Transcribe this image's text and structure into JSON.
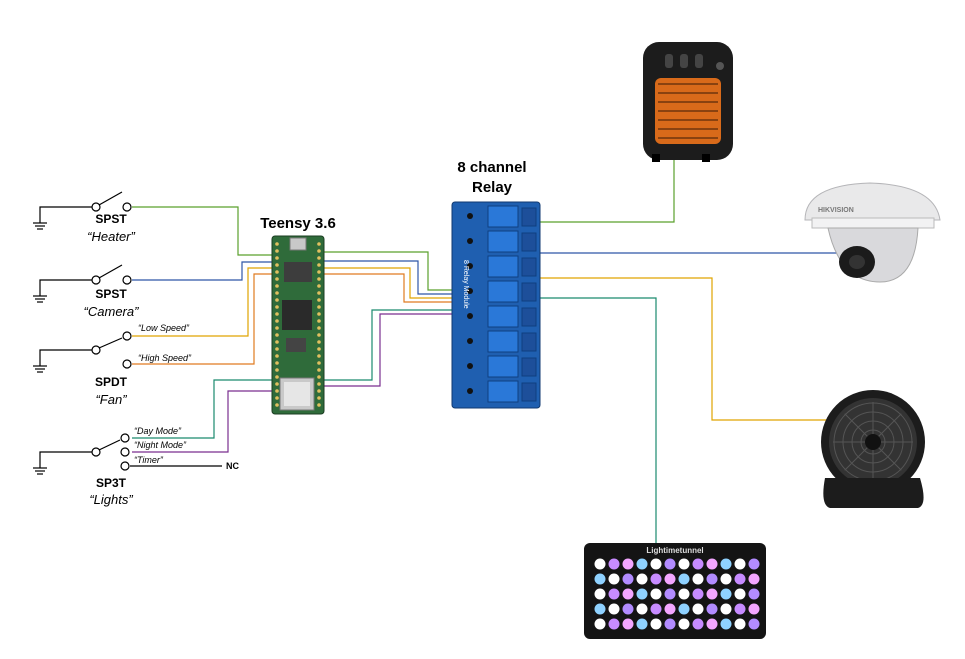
{
  "colors": {
    "heater": "#5aa02c",
    "camera": "#2f56a8",
    "fan_low": "#e0a400",
    "fan_high": "#e07b20",
    "lights_day": "#1a8a6e",
    "lights_night": "#7a2f8f",
    "relay_board": "#1f5fb0",
    "teensy_board": "#2f6b3a"
  },
  "components": {
    "teensy": {
      "title": "Teensy 3.6"
    },
    "relay": {
      "title_line1": "8 channel",
      "title_line2": "Relay",
      "board_text": "8 Relay Module"
    },
    "light_panel": {
      "brand": "Lightimetunnel"
    },
    "camera": {
      "brand": "HIKVISION"
    }
  },
  "switches": {
    "heater": {
      "type": "SPST",
      "label": "“Heater”"
    },
    "camera": {
      "type": "SPST",
      "label": "“Camera”"
    },
    "fan": {
      "type": "SPDT",
      "label": "“Fan”",
      "pos1": "“Low Speed”",
      "pos2": "“High Speed”"
    },
    "lights": {
      "type": "SP3T",
      "label": "“Lights”",
      "pos1": "“Day Mode”",
      "pos2": "“Night Mode”",
      "pos3": "“Timer”",
      "nc": "NC"
    }
  },
  "devices": [
    {
      "name": "heater",
      "icon": "heater-icon"
    },
    {
      "name": "camera",
      "icon": "dome-camera-icon"
    },
    {
      "name": "fan",
      "icon": "fan-icon"
    },
    {
      "name": "lights",
      "icon": "led-panel-icon"
    }
  ]
}
